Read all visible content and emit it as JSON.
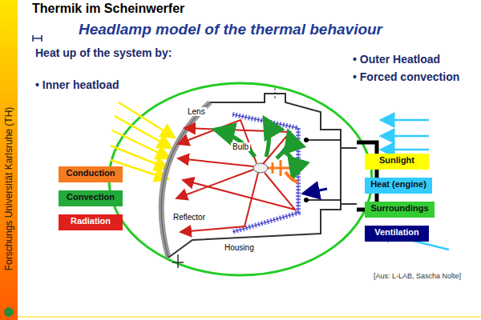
{
  "diagram": {
    "title": "Thermik im Scheinwerfer",
    "caption": "[Aus: L-LAB, Sascha Nolte]",
    "labels": [
      "Headlamp model of the thermal behaviour",
      "Heat up of the system by:",
      "• Inner heatload",
      "• Outer Heatload",
      "• Forced convection",
      "Lens",
      "Bulb",
      "Reflector",
      "Housing",
      "Forschungs Universität Karlsruhe (TH)"
    ],
    "legend": [
      {
        "text": "Conduction",
        "color": "#f47b20"
      },
      {
        "text": "Convection",
        "color": "#22aa3a"
      },
      {
        "text": "Radiation",
        "color": "#e0201b"
      },
      {
        "text": "Sunlight",
        "color": "#ffff00"
      },
      {
        "text": "Heat (engine)",
        "color": "#33ccff"
      },
      {
        "text": "Surroundings",
        "color": "#33cc33"
      },
      {
        "text": "Ventilation",
        "color": "#000080"
      }
    ]
  }
}
